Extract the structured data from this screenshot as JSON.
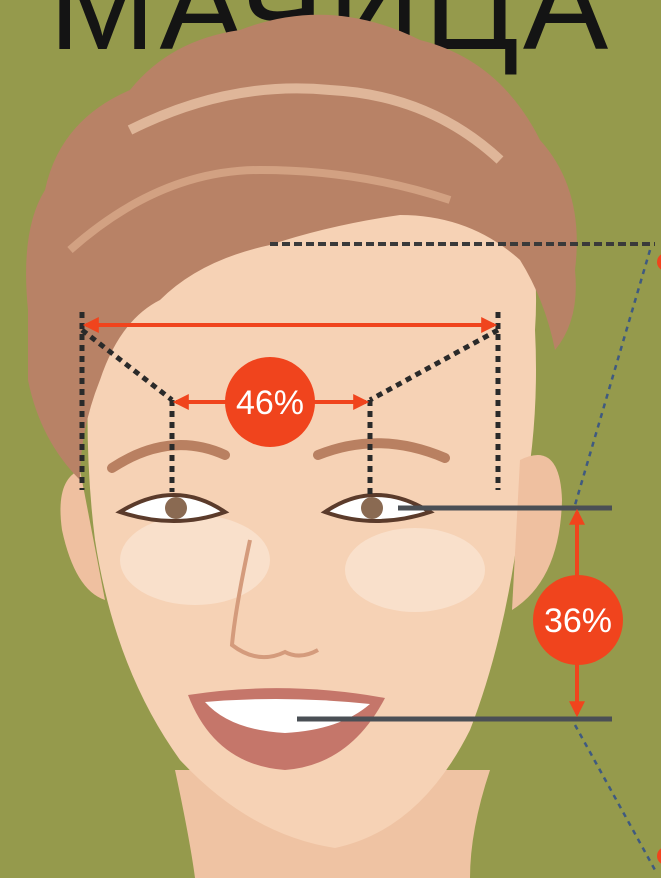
{
  "title": "МАЧИЦА",
  "measurements": {
    "eye_spacing": {
      "label": "46%",
      "value": 46
    },
    "eye_to_mouth": {
      "label": "36%",
      "value": 36
    }
  },
  "colors": {
    "background": "#959a4c",
    "accent": "#f0441d",
    "guide_line": "#3a3a3a"
  }
}
